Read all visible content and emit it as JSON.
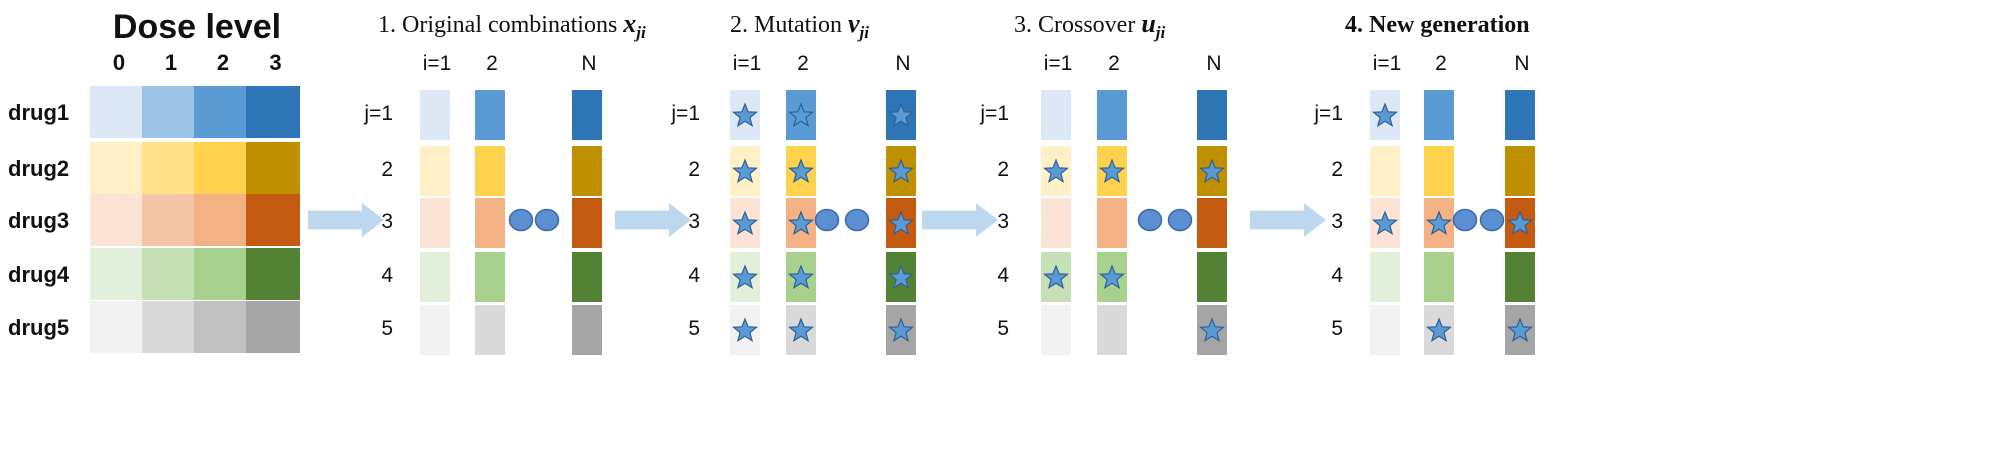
{
  "colors": {
    "drug1": [
      "#dce8f6",
      "#9dc3e6",
      "#5b9bd5",
      "#2e75b6"
    ],
    "drug2": [
      "#fff0c8",
      "#ffe18a",
      "#ffd24e",
      "#bf9000"
    ],
    "drug3": [
      "#fbe3d6",
      "#f4c4a4",
      "#f4b183",
      "#c55a11"
    ],
    "drug4": [
      "#e2efda",
      "#c5e0b4",
      "#a9d18e",
      "#548235"
    ],
    "drug5": [
      "#f2f2f2",
      "#d9d9d9",
      "#c0c0c0",
      "#a5a5a5"
    ],
    "arrow": "#bdd7ee",
    "star": "#5b9bd5",
    "dot": "#5b8fd1"
  },
  "dose_panel": {
    "title": "Dose level",
    "levels": [
      "0",
      "1",
      "2",
      "3"
    ],
    "drugs": [
      "drug1",
      "drug2",
      "drug3",
      "drug4",
      "drug5"
    ]
  },
  "stages": [
    {
      "title_num": "1.",
      "title_text": "Original combinations",
      "title_var": "x",
      "title_sub": "ji",
      "col_labels": [
        "i=1",
        "2",
        "N"
      ],
      "row_labels": [
        "j=1",
        "2",
        "3",
        "4",
        "5"
      ],
      "columns": [
        {
          "levels": [
            0,
            0,
            0,
            0,
            0
          ],
          "stars": [
            false,
            false,
            false,
            false,
            false
          ]
        },
        {
          "levels": [
            2,
            2,
            2,
            2,
            1
          ],
          "stars": [
            false,
            false,
            false,
            false,
            false
          ]
        },
        {
          "levels": [
            3,
            3,
            3,
            3,
            3
          ],
          "stars": [
            false,
            false,
            false,
            false,
            false
          ]
        }
      ]
    },
    {
      "title_num": "2.",
      "title_text": "Mutation",
      "title_var": "v",
      "title_sub": "ji",
      "col_labels": [
        "i=1",
        "2",
        "N"
      ],
      "row_labels": [
        "j=1",
        "2",
        "3",
        "4",
        "5"
      ],
      "columns": [
        {
          "levels": [
            0,
            0,
            0,
            0,
            0
          ],
          "stars": [
            true,
            true,
            true,
            true,
            true
          ]
        },
        {
          "levels": [
            2,
            2,
            2,
            2,
            1
          ],
          "stars": [
            true,
            true,
            true,
            true,
            true
          ]
        },
        {
          "levels": [
            3,
            3,
            3,
            3,
            3
          ],
          "stars": [
            true,
            true,
            true,
            true,
            true
          ]
        }
      ]
    },
    {
      "title_num": "3.",
      "title_text": "Crossover",
      "title_var": "u",
      "title_sub": "ji",
      "col_labels": [
        "i=1",
        "2",
        "N"
      ],
      "row_labels": [
        "j=1",
        "2",
        "3",
        "4",
        "5"
      ],
      "columns": [
        {
          "levels": [
            0,
            0,
            0,
            1,
            0
          ],
          "stars": [
            false,
            true,
            false,
            true,
            false
          ]
        },
        {
          "levels": [
            2,
            2,
            2,
            2,
            1
          ],
          "stars": [
            false,
            true,
            false,
            true,
            false
          ]
        },
        {
          "levels": [
            3,
            3,
            3,
            3,
            3
          ],
          "stars": [
            false,
            true,
            false,
            false,
            true
          ]
        }
      ]
    },
    {
      "title_num": "4.",
      "title_text": "New generation",
      "title_var": "",
      "title_sub": "",
      "col_labels": [
        "i=1",
        "2",
        "N"
      ],
      "row_labels": [
        "j=1",
        "2",
        "3",
        "4",
        "5"
      ],
      "columns": [
        {
          "levels": [
            0,
            0,
            0,
            0,
            0
          ],
          "stars": [
            true,
            false,
            true,
            false,
            false
          ]
        },
        {
          "levels": [
            2,
            2,
            2,
            2,
            1
          ],
          "stars": [
            false,
            false,
            true,
            false,
            true
          ]
        },
        {
          "levels": [
            3,
            3,
            3,
            3,
            3
          ],
          "stars": [
            false,
            false,
            true,
            false,
            true
          ]
        }
      ]
    }
  ]
}
